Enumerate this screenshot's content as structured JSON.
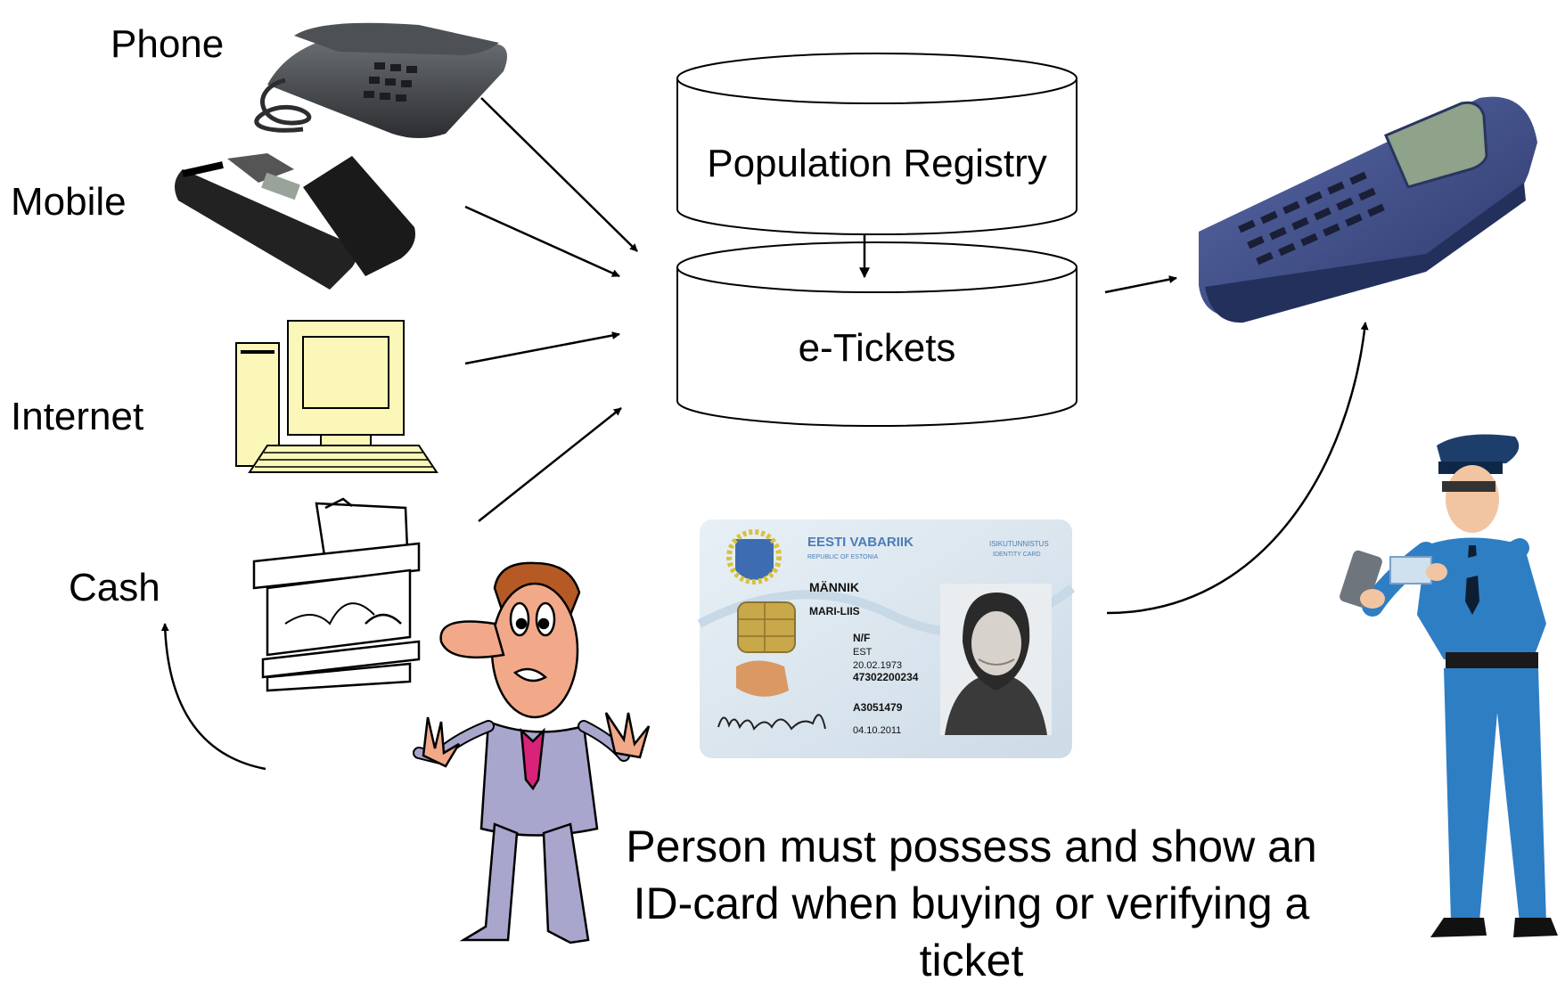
{
  "channels": {
    "phone": {
      "label": "Phone",
      "icon": "desk-phone-icon"
    },
    "mobile": {
      "label": "Mobile",
      "icon": "mobile-phone-icon"
    },
    "internet": {
      "label": "Internet",
      "icon": "computer-icon"
    },
    "cash": {
      "label": "Cash",
      "icon": "ticket-kiosk-icon"
    }
  },
  "databases": {
    "registry": {
      "label": "Population Registry"
    },
    "tickets": {
      "label": "e-Tickets"
    }
  },
  "id_card": {
    "country": "EESTI VABARIIK",
    "country_sub": "REPUBLIC OF ESTONIA",
    "card_type": "ISIKUTUNNISTUS",
    "card_type_sub": "IDENTITY CARD",
    "surname": "MÄNNIK",
    "given_name": "MARI-LIIS",
    "sex": "N/F",
    "nationality": "EST",
    "birth_date": "20.02.1973",
    "personal_code": "47302200234",
    "document_number": "A3051479",
    "expiry_date": "04.10.2011",
    "signature": "M.L. Männik"
  },
  "devices": {
    "handheld": {
      "icon": "handheld-ticket-reader-icon"
    }
  },
  "people": {
    "customer": {
      "icon": "confused-man-icon"
    },
    "inspector": {
      "icon": "ticket-inspector-icon"
    }
  },
  "caption": {
    "line1": "Person must possess and show an",
    "line2": "ID-card when buying or verifying a",
    "line3": "ticket"
  },
  "colors": {
    "line": "#000000",
    "computer_fill": "#fbf7b8",
    "card_bg": "#dde9f2",
    "chip": "#c9a84a",
    "device_blue": "#3d4e8a",
    "device_screen": "#8fa28a",
    "uniform_blue": "#2e7ec4",
    "suit": "#a8a6cc",
    "tie": "#d9227a",
    "skin": "#f2a98a"
  }
}
